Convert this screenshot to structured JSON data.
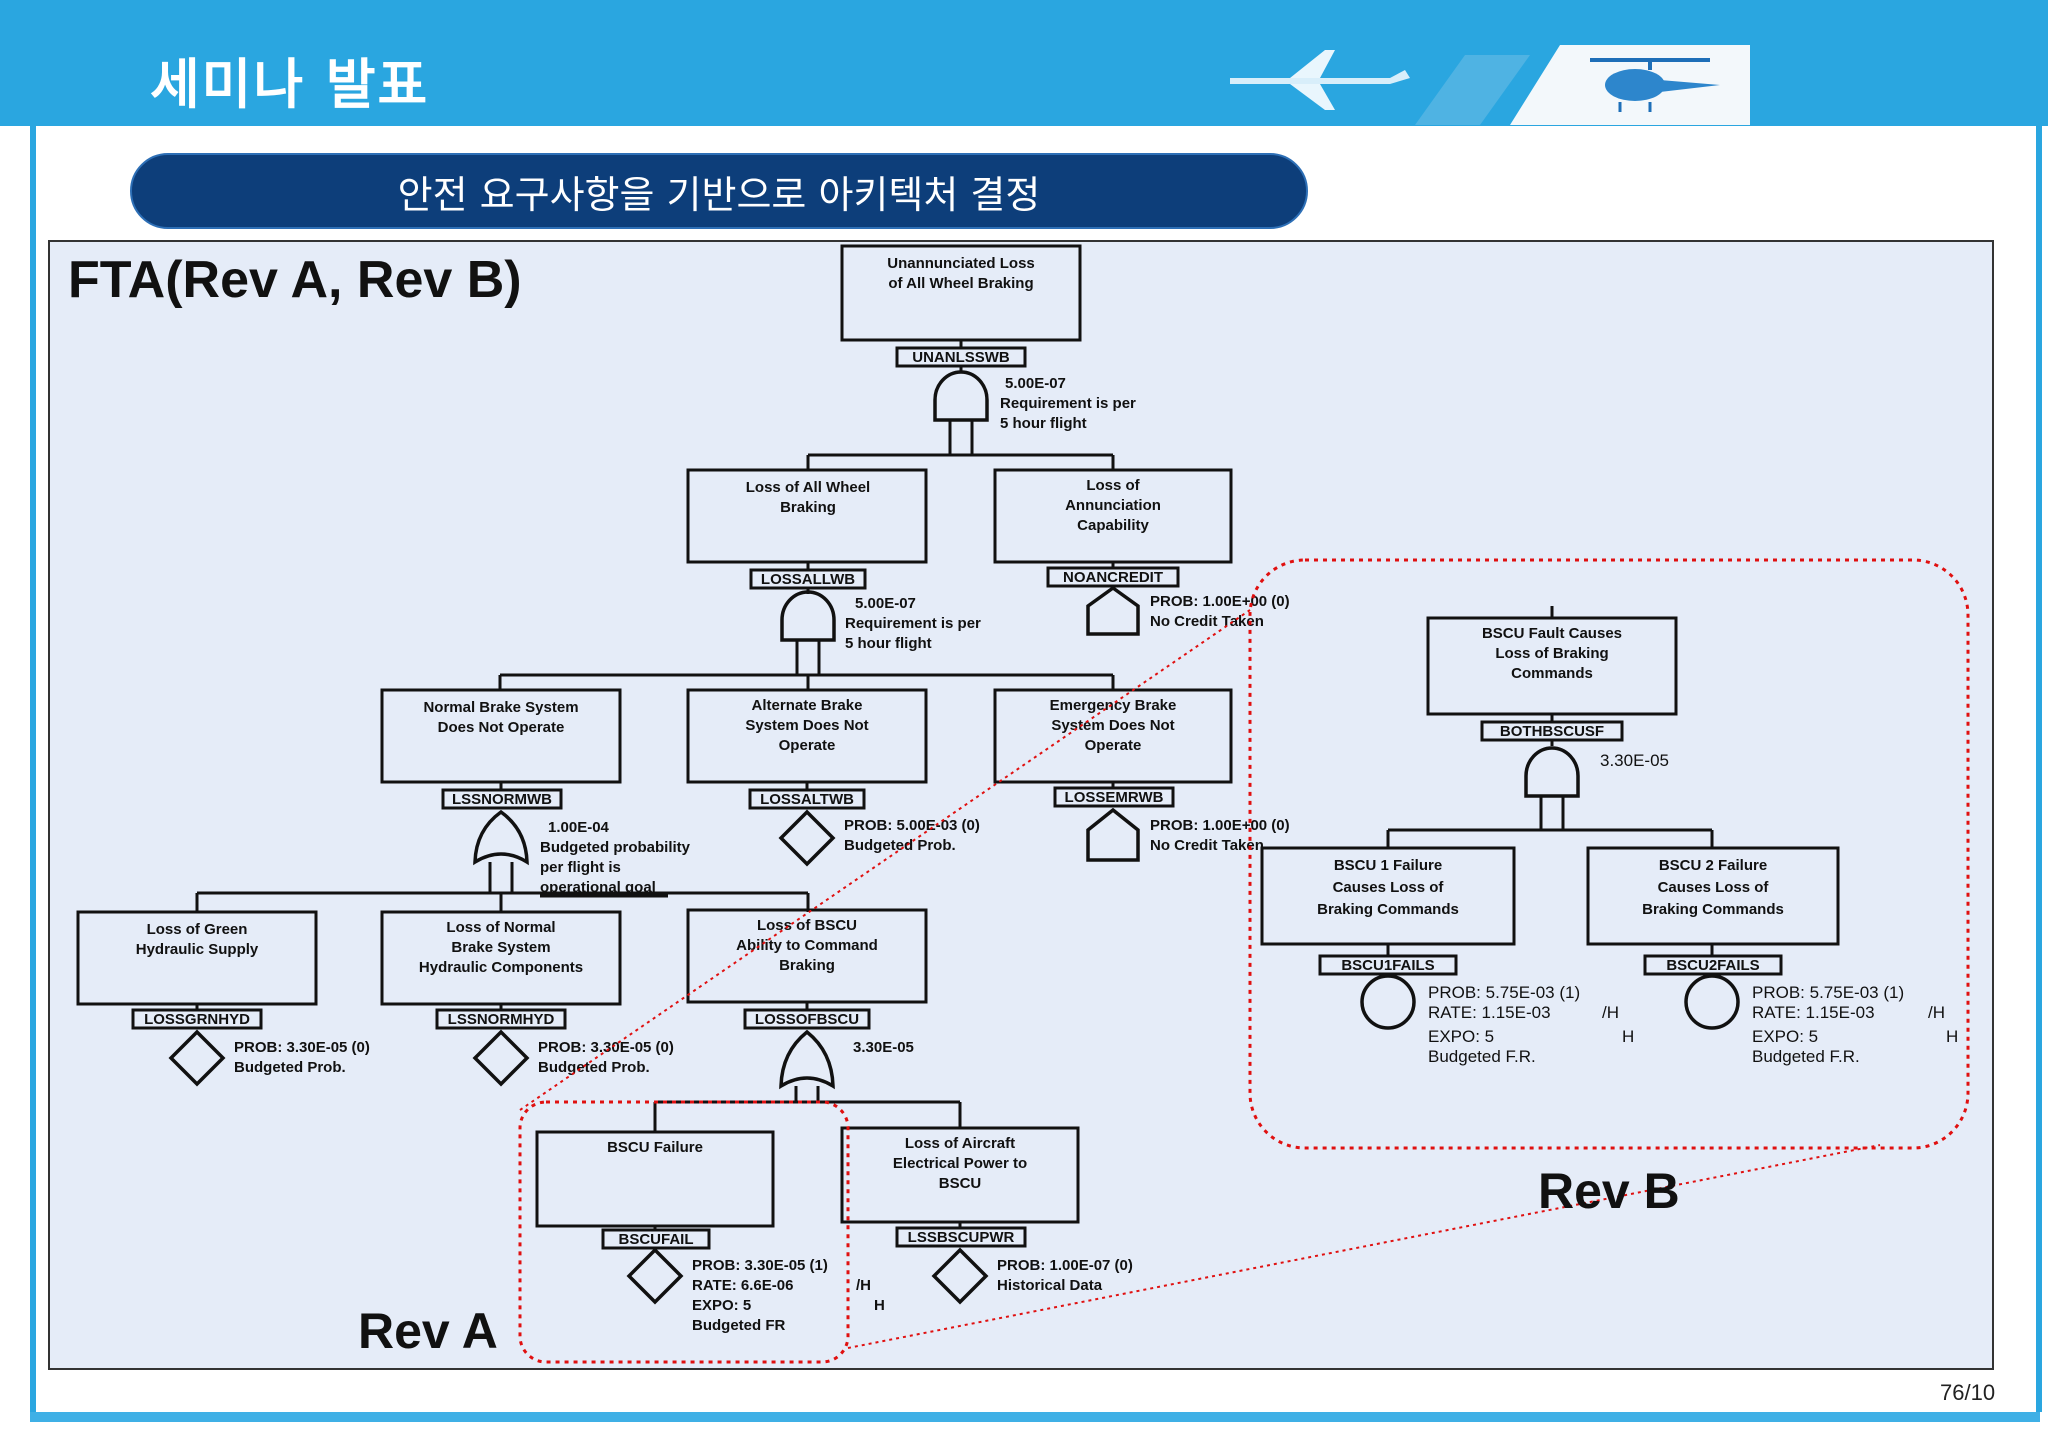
{
  "header": {
    "title": "세미나 발표",
    "subtitle": "안전 요구사항을 기반으로 아키텍처 결정"
  },
  "diagram": {
    "title": "FTA(Rev A, Rev B)",
    "labels": {
      "rev_a": "Rev A",
      "rev_b": "Rev B"
    },
    "top_event": {
      "text": [
        "Unannunciated Loss",
        "of All Wheel Braking"
      ],
      "tag": "UNANLSSWB"
    },
    "gate1_annot": [
      "5.00E-07",
      "Requirement is per",
      "5 hour flight"
    ],
    "loss_all_wheel": {
      "text": [
        "Loss of All Wheel",
        "Braking"
      ],
      "tag": "LOSSALLWB"
    },
    "loss_annunciation": {
      "text": [
        "Loss of",
        "Annunciation",
        "Capability"
      ],
      "tag": "NOANCREDIT",
      "annot": [
        "PROB: 1.00E+00 (0)",
        "No Credit Taken"
      ]
    },
    "gate2_annot": [
      "5.00E-07",
      "Requirement is per",
      "5 hour flight"
    ],
    "normal_brake": {
      "text": [
        "Normal Brake System",
        "Does Not Operate"
      ],
      "tag": "LSSNORMWB",
      "annot": [
        "1.00E-04",
        "Budgeted probability",
        "per flight is",
        "operational goal"
      ]
    },
    "alternate_brake": {
      "text": [
        "Alternate Brake",
        "System Does Not",
        "Operate"
      ],
      "tag": "LOSSALTWB",
      "annot": [
        "PROB: 5.00E-03 (0)",
        "Budgeted Prob."
      ]
    },
    "emergency_brake": {
      "text": [
        "Emergency Brake",
        "System Does Not",
        "Operate"
      ],
      "tag": "LOSSEMRWB",
      "annot": [
        "PROB: 1.00E+00 (0)",
        "No Credit Taken"
      ]
    },
    "loss_green_hyd": {
      "text": [
        "Loss of Green",
        "Hydraulic Supply"
      ],
      "tag": "LOSSGRNHYD",
      "annot": [
        "PROB: 3.30E-05 (0)",
        "Budgeted Prob."
      ]
    },
    "loss_normal_hyd": {
      "text": [
        "Loss of Normal",
        "Brake System",
        "Hydraulic Components"
      ],
      "tag": "LSSNORMHYD",
      "annot": [
        "PROB: 3.30E-05 (0)",
        "Budgeted Prob."
      ]
    },
    "loss_bscu": {
      "text": [
        "Loss of BSCU",
        "Ability to Command",
        "Braking"
      ],
      "tag": "LOSSOFBSCU",
      "annot": [
        "3.30E-05"
      ]
    },
    "bscu_failure": {
      "text": [
        "BSCU Failure"
      ],
      "tag": "BSCUFAIL",
      "annot": [
        "PROB: 3.30E-05 (1)",
        "RATE: 6.6E-06",
        "EXPO: 5",
        "Budgeted FR"
      ],
      "annot_right": [
        "/H",
        "H"
      ]
    },
    "loss_power": {
      "text": [
        "Loss of Aircraft",
        "Electrical Power to",
        "BSCU"
      ],
      "tag": "LSSBSCUPWR",
      "annot": [
        "PROB: 1.00E-07 (0)",
        "Historical Data"
      ]
    },
    "revb_top": {
      "text": [
        "BSCU Fault Causes",
        "Loss of Braking",
        "Commands"
      ],
      "tag": "BOTHBSCUSF",
      "annot": [
        "3.30E-05"
      ]
    },
    "bscu1": {
      "text": [
        "BSCU 1 Failure",
        "Causes Loss of",
        "Braking Commands"
      ],
      "tag": "BSCU1FAILS",
      "annot": [
        "PROB: 5.75E-03 (1)",
        "RATE: 1.15E-03",
        "EXPO: 5",
        "Budgeted F.R."
      ],
      "annot_right": [
        "/H",
        "H"
      ]
    },
    "bscu2": {
      "text": [
        "BSCU 2 Failure",
        "Causes Loss of",
        "Braking Commands"
      ],
      "tag": "BSCU2FAILS",
      "annot": [
        "PROB: 5.75E-03 (1)",
        "RATE: 1.15E-03",
        "EXPO: 5",
        "Budgeted F.R."
      ],
      "annot_right": [
        "/H",
        "H"
      ]
    }
  },
  "footer": {
    "page": "76/10"
  },
  "colors": {
    "header": "#2aa6e0",
    "subtitle_bar": "#0d3e7a",
    "diagram_bg": "#e5ecf8",
    "highlight": "#e01010"
  },
  "icons": [
    "airliner-icon",
    "cargo-plane-icon",
    "helicopter-icon"
  ]
}
